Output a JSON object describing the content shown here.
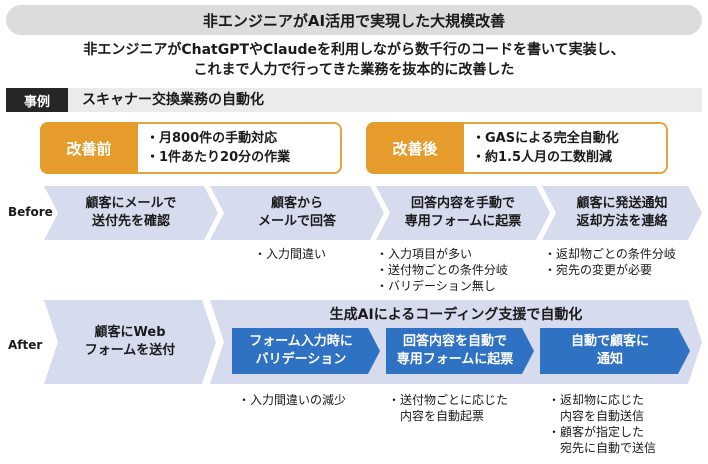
{
  "title": "非エンジニアがAI活用で実現した大規模改善",
  "subtitle_line1": "非エンジニアがChatGPTやClaudeを利用しながら数千行のコードを書いて実装し、",
  "subtitle_line2": "これまで人力で行ってきた業務を抜本的に改善した",
  "case": {
    "tag": "事例",
    "title": "スキャナー交換業務の自動化"
  },
  "before_box": {
    "label": "改善前",
    "items": [
      "・月800件の手動対応",
      "・1件あたり20分の作業"
    ]
  },
  "after_box": {
    "label": "改善後",
    "items": [
      "・GASによる完全自動化",
      "・約1.5人月の工数削減"
    ]
  },
  "before_row": {
    "label": "Before",
    "steps": [
      {
        "line1": "顧客にメールで",
        "line2": "送付先を確認"
      },
      {
        "line1": "顧客から",
        "line2": "メールで回答"
      },
      {
        "line1": "回答内容を手動で",
        "line2": "専用フォームに起票"
      },
      {
        "line1": "顧客に発送通知",
        "line2": "返却方法を連絡"
      }
    ],
    "notes": [
      [],
      [
        "・入力間違い"
      ],
      [
        "・入力項目が多い",
        "・送付物ごとの条件分岐",
        "・バリデーション無し"
      ],
      [
        "・返却物ごとの条件分岐",
        "・宛先の変更が必要"
      ]
    ]
  },
  "after_row": {
    "label": "After",
    "first_step": {
      "line1": "顧客にWeb",
      "line2": "フォームを送付"
    },
    "banner": "生成AIによるコーディング支援で自動化",
    "steps": [
      {
        "line1": "フォーム入力時に",
        "line2": "バリデーション"
      },
      {
        "line1": "回答内容を自動で",
        "line2": "専用フォームに起票"
      },
      {
        "line1": "自動で顧客に",
        "line2": "通知"
      }
    ],
    "notes": [
      [
        "・入力間違いの減少"
      ],
      [
        "・送付物ごとに応じた",
        "　内容を自動起票"
      ],
      [
        "・返却物に応じた",
        "　内容を自動送信",
        "・顧客が指定した",
        "　宛先に自動で送信"
      ]
    ]
  },
  "colors": {
    "orange": "#e59c2c",
    "chevron": "#d6dcee",
    "blue": "#2f72c4",
    "gray_bar": "#ebebeb"
  }
}
